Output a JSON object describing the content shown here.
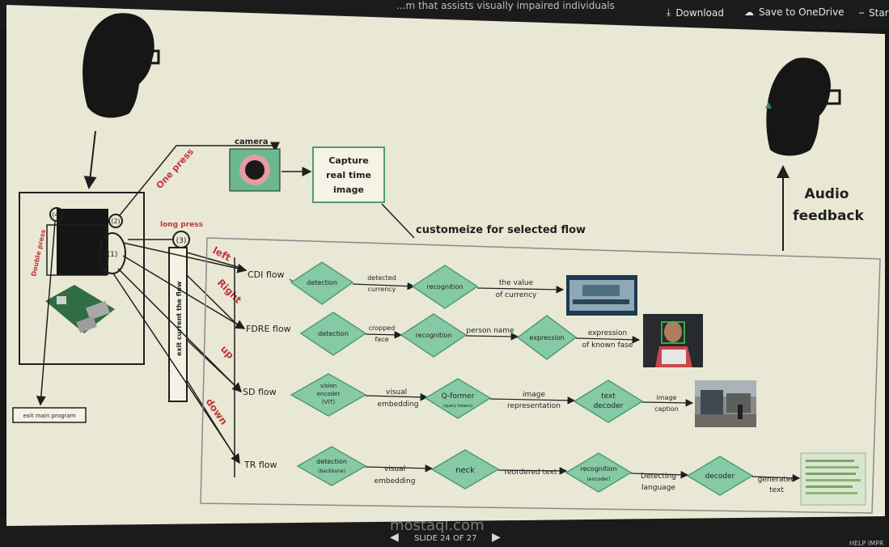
{
  "viewer": {
    "title_fragment": "...m that assists visually impaired individuals",
    "download_label": "Download",
    "download_icon": "download-icon",
    "onedrive_label": "Save to OneDrive",
    "onedrive_icon": "cloud-icon",
    "start_label": "Star",
    "slide_counter": "SLIDE 24 OF 27",
    "watermark": "mostaql.com",
    "help_text": "HELP IMPR"
  },
  "diagram": {
    "camera_label": "camera",
    "capture_label": [
      "Capture",
      "real time",
      "image"
    ],
    "one_press": "One press",
    "double_press": "Double press",
    "long_press": "long press",
    "button_3": "(3)",
    "button_2": "(2)",
    "button_4": "(4)",
    "button_1": "(1)",
    "exit_flow_label": "exit current the flow",
    "exit_main_label": "exit main program",
    "customize_label": "customeize for selected flow",
    "audio_feedback": [
      "Audio",
      "feedback"
    ],
    "directions": {
      "left": "left",
      "right": "Right",
      "up": "up",
      "down": "down"
    },
    "flows": {
      "cdi": {
        "name": "CDI flow",
        "steps": [
          "detection",
          "recognition"
        ],
        "edges": [
          [
            "detected",
            "currency"
          ],
          [
            "the value",
            "of currency"
          ]
        ]
      },
      "fdre": {
        "name": "FDRE flow",
        "steps": [
          "detection",
          "recognition",
          "expression"
        ],
        "edges": [
          [
            "cropped",
            "face"
          ],
          [
            "person name"
          ],
          [
            "expression",
            "of known fase"
          ]
        ]
      },
      "sd": {
        "name": "SD flow",
        "steps": [
          [
            "vision",
            "encoder",
            "(ViT)"
          ],
          [
            "Q-former",
            "(query tokens)"
          ],
          [
            "text",
            "decoder"
          ]
        ],
        "edges": [
          [
            "visual",
            "embedding"
          ],
          [
            "image",
            "representation"
          ],
          [
            "image",
            "caption"
          ]
        ]
      },
      "tr": {
        "name": "TR flow",
        "steps": [
          [
            "detection",
            "(backbone)"
          ],
          [
            "neck"
          ],
          [
            "recognition",
            "(encoder)"
          ],
          [
            "decoder"
          ]
        ],
        "edges": [
          [
            "visual",
            "embedding"
          ],
          [
            "reordered text"
          ],
          [
            "Detecting",
            "language"
          ],
          [
            "generated",
            "text"
          ]
        ]
      }
    }
  },
  "colors": {
    "slide_bg": "#e9e8d5",
    "diamond_fill": "#86c9a5",
    "diamond_stroke": "#4f9b74",
    "capture_box_stroke": "#4f9b74",
    "annotation_red": "#c0363a",
    "ink": "#1f1f1f",
    "camera_green": "#6ab98d",
    "camera_pink": "#e89aa6"
  }
}
